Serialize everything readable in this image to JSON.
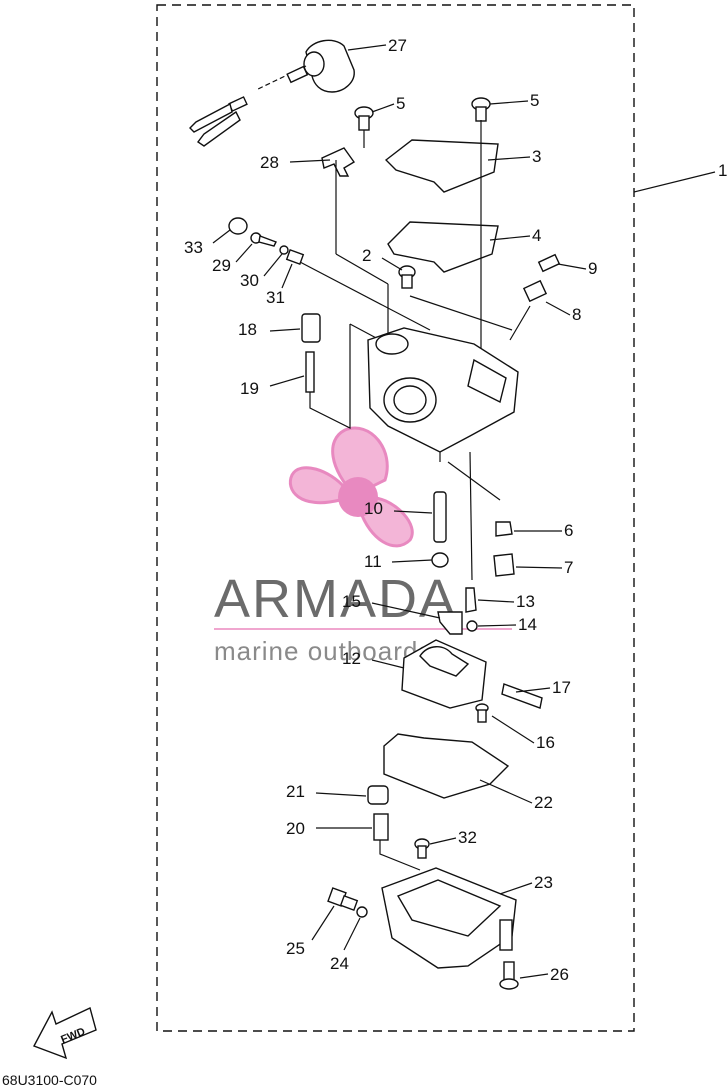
{
  "diagram_code": "68U3100-C070",
  "watermark": {
    "brand": "ARMADA",
    "tagline": "marine outboards",
    "colors": {
      "propeller": "#f0a6cf",
      "hub": "#e889c0",
      "text": "#6b6b6b"
    }
  },
  "fwd_label": "FWD",
  "assembly_label": "1",
  "parts": [
    {
      "key": "p27",
      "number": "27"
    },
    {
      "key": "p5a",
      "number": "5"
    },
    {
      "key": "p5b",
      "number": "5"
    },
    {
      "key": "p28",
      "number": "28"
    },
    {
      "key": "p3",
      "number": "3"
    },
    {
      "key": "p33",
      "number": "33"
    },
    {
      "key": "p29",
      "number": "29"
    },
    {
      "key": "p30",
      "number": "30"
    },
    {
      "key": "p31",
      "number": "31"
    },
    {
      "key": "p2",
      "number": "2"
    },
    {
      "key": "p4",
      "number": "4"
    },
    {
      "key": "p9",
      "number": "9"
    },
    {
      "key": "p8",
      "number": "8"
    },
    {
      "key": "p18",
      "number": "18"
    },
    {
      "key": "p19",
      "number": "19"
    },
    {
      "key": "p10",
      "number": "10"
    },
    {
      "key": "p6",
      "number": "6"
    },
    {
      "key": "p11",
      "number": "11"
    },
    {
      "key": "p7",
      "number": "7"
    },
    {
      "key": "p15",
      "number": "15"
    },
    {
      "key": "p13",
      "number": "13"
    },
    {
      "key": "p14",
      "number": "14"
    },
    {
      "key": "p12",
      "number": "12"
    },
    {
      "key": "p17",
      "number": "17"
    },
    {
      "key": "p16",
      "number": "16"
    },
    {
      "key": "p22",
      "number": "22"
    },
    {
      "key": "p21",
      "number": "21"
    },
    {
      "key": "p20",
      "number": "20"
    },
    {
      "key": "p32",
      "number": "32"
    },
    {
      "key": "p23",
      "number": "23"
    },
    {
      "key": "p25",
      "number": "25"
    },
    {
      "key": "p24",
      "number": "24"
    },
    {
      "key": "p26",
      "number": "26"
    }
  ]
}
